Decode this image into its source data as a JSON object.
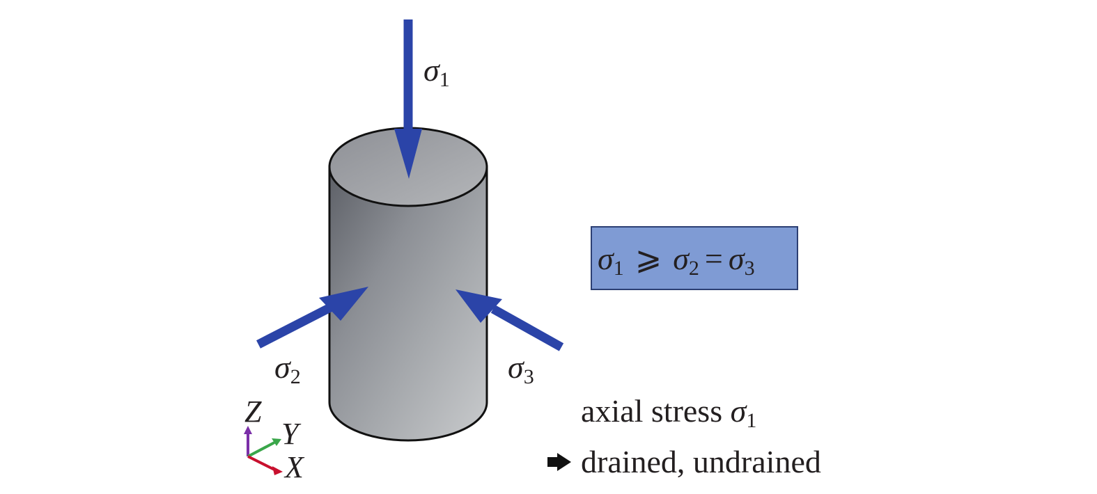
{
  "labels": {
    "sigma1_top": {
      "symbol": "σ",
      "sub": "1"
    },
    "sigma2": {
      "symbol": "σ",
      "sub": "2"
    },
    "sigma3": {
      "symbol": "σ",
      "sub": "3"
    }
  },
  "condition_box": {
    "s1": "σ",
    "s1_sub": "1",
    "rel1": "⩾",
    "s2": "σ",
    "s2_sub": "2",
    "rel2": "=",
    "s3": "σ",
    "s3_sub": "3",
    "fill": "#7f9bd4",
    "stroke": "#2c3f73"
  },
  "notes": {
    "line1_text": "axial stress ",
    "line1_symbol": "σ",
    "line1_sub": "1",
    "line2_text": "drained, undrained"
  },
  "axes": {
    "z": "Z",
    "y": "Y",
    "x": "X"
  },
  "colors": {
    "arrow": "#2b44a8",
    "axis_z": "#7b2fa8",
    "axis_y": "#3aa64a",
    "axis_x": "#c8102e"
  },
  "icons": {
    "bullet": "right-arrow-icon"
  }
}
